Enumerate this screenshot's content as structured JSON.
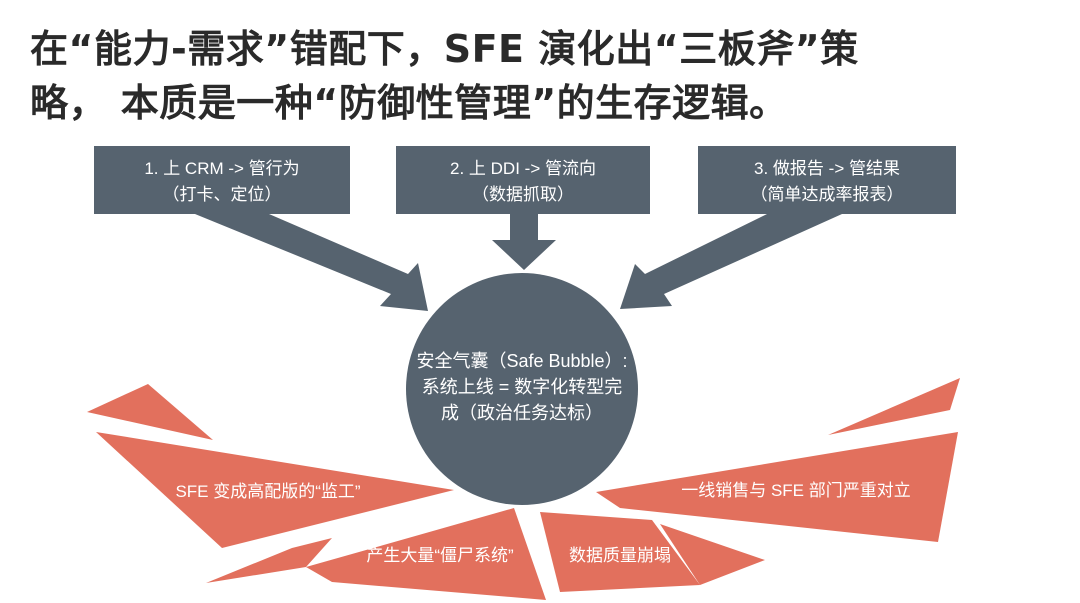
{
  "title": {
    "line1": "在“能力-需求”错配下，SFE 演化出“三板斧”策",
    "line2": "略， 本质是一种“防御性管理”的生存逻辑。"
  },
  "boxes": [
    {
      "line1": "1. 上 CRM -> 管行为",
      "line2": "（打卡、定位）"
    },
    {
      "line1": "2. 上 DDI -> 管流向",
      "line2": "（数据抓取）"
    },
    {
      "line1": "3. 做报告 -> 管结果",
      "line2": "（简单达成率报表）"
    }
  ],
  "center": {
    "line1": "安全气囊（Safe Bubble）:",
    "line2": "系统上线 = 数字化转型完",
    "line3": "成（政治任务达标）"
  },
  "consequences": {
    "left_top": "SFE 变成高配版的“监工”",
    "left_bottom": "产生大量“僵尸系统”",
    "middle": "数据质量崩塌",
    "right": "一线销售与 SFE 部门严重对立"
  },
  "colors": {
    "slate": "#56636f",
    "coral": "#e2705d",
    "title": "#2a2a2a"
  }
}
